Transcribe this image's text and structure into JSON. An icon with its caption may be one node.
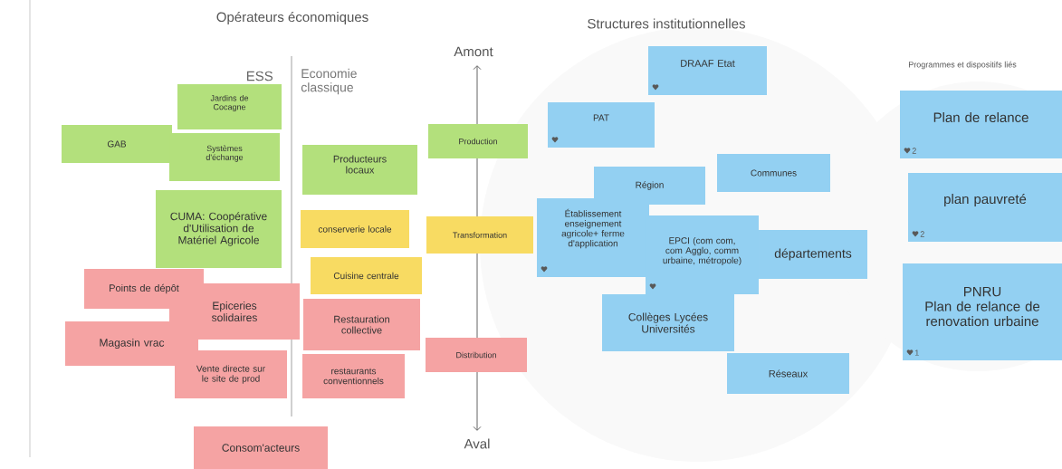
{
  "diagram": {
    "nodes": [
      {
        "text": [
          "Jardins de Cocagne"
        ]
      },
      {
        "text": [
          "GAB"
        ]
      },
      {
        "text": [
          "Systèmes d'échange"
        ]
      },
      {
        "text": [
          "CUMA: Coopérative d'Utilisation de Matériel Agricole"
        ]
      },
      {
        "text": [
          "Producteurs locaux"
        ]
      },
      {
        "text": [
          "conserverie locale"
        ]
      },
      {
        "text": [
          "Cuisine centrale"
        ]
      },
      {
        "text": [
          "Points de dépôt"
        ]
      },
      {
        "text": [
          "Epiceries solidaires"
        ]
      },
      {
        "text": [
          "Magasin vrac"
        ]
      },
      {
        "text": [
          "Vente directe sur le site de prod"
        ]
      },
      {
        "text": [
          "Restauration collective"
        ]
      },
      {
        "text": [
          "restaurants conventionnels"
        ]
      },
      {
        "text": [
          "Consom'acteurs"
        ]
      },
      {
        "text": [
          "Production"
        ]
      },
      {
        "text": [
          "Transformation"
        ]
      },
      {
        "text": [
          "Distribution"
        ]
      },
      {
        "text": [
          "DRAAF Etat"
        ]
      },
      {
        "text": [
          "PAT"
        ]
      },
      {
        "text": [
          "Région"
        ]
      },
      {
        "text": [
          "Communes"
        ]
      },
      {
        "text": [
          "Établissement enseignement agricole+ ferme d'application"
        ]
      },
      {
        "text": [
          "EPCI (com com, com Agglo, comm urbaine, métropole)"
        ]
      },
      {
        "text": [
          "départements"
        ]
      },
      {
        "text": [
          "Collèges Lycées Universités"
        ]
      },
      {
        "text": [
          "Réseaux"
        ]
      },
      {
        "text": [
          "Plan de relance",
          "2"
        ]
      },
      {
        "text": [
          "plan pauvreté",
          "2"
        ]
      },
      {
        "text": [
          "PNRU",
          "Plan de relance de renovation urbaine",
          "1"
        ]
      }
    ],
    "labels": [
      "Opérateurs économiques",
      "Structures institutionnelles",
      "ESS",
      "Economie classique",
      "Amont",
      "Programmes et dispositifs liés",
      "Aval"
    ]
  }
}
